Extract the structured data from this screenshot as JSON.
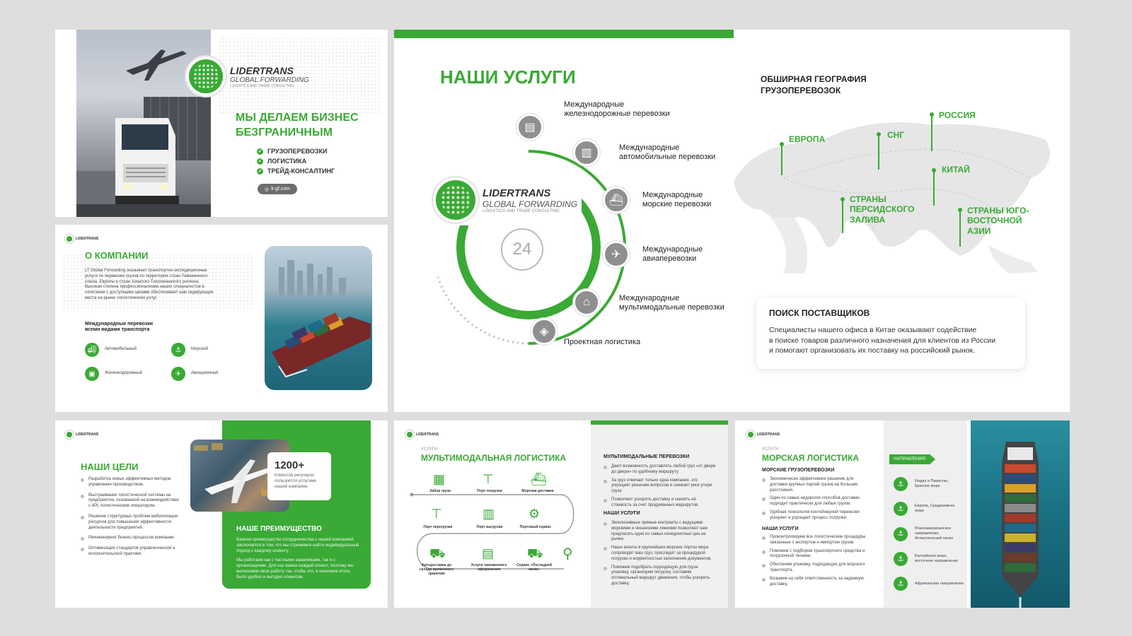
{
  "slide1": {
    "brand": "LIDERTRANS",
    "brand_sub": "GLOBAL FORWARDING",
    "brand_tag": "LOGISTICS AND TRADE CONSULTING",
    "headline_line1": "МЫ ДЕЛАЕМ БИЗНЕС",
    "headline_line2": "БЕЗГРАНИЧНЫМ",
    "bullets": [
      "ГРУЗОПЕРЕВОЗКИ",
      "ЛОГИСТИКА",
      "ТРЕЙД-КОНСАЛТИНГ"
    ],
    "url": "lt-gf.com"
  },
  "slide2": {
    "title": "О КОМПАНИИ",
    "p1": "LT Global Forwarding оказывает транспортно-экспедиционные услуги по перевозке грузов по территории стран Таможенного союза, Европы и стран Азиатско-Тихоокеанского региона.",
    "p2": "Высокая степень профессионализма наших специалистов в сочетании с доступными ценами обеспечивает нам лидирующие места на рынке логистических услуг.",
    "subtitle_line1": "Международные перевозки",
    "subtitle_line2": "всеми видами транспорта",
    "modes": [
      "Автомобильный",
      "Морской",
      "Железнодорожный",
      "Авиационный"
    ]
  },
  "slide3": {
    "title": "НАШИ УСЛУГИ",
    "brand": "LIDERTRANS",
    "brand_sub": "GLOBAL FORWARDING",
    "brand_tag": "LOGISTICS AND TRADE CONSULTING",
    "clock": "24",
    "services": [
      {
        "line1": "Международные",
        "line2": "железнодорожные перевозки"
      },
      {
        "line1": "Международные",
        "line2": "автомобильные перевозки"
      },
      {
        "line1": "Международные",
        "line2": "морские перевозки"
      },
      {
        "line1": "Международные",
        "line2": "авиаперевозки"
      },
      {
        "line1": "Международные",
        "line2": "мультимодальные перевозки"
      },
      {
        "line1": "Проектная логистика",
        "line2": ""
      }
    ],
    "geo_title_line1": "ОБШИРНАЯ ГЕОГРАФИЯ",
    "geo_title_line2": "ГРУЗОПЕРЕВОЗОК",
    "regions": {
      "europe": "ЕВРОПА",
      "cis": "СНГ",
      "russia": "РОССИЯ",
      "china": "КИТАЙ",
      "gulf_l1": "СТРАНЫ",
      "gulf_l2": "ПЕРСИДСКОГО",
      "gulf_l3": "ЗАЛИВА",
      "sea_l1": "СТРАНЫ ЮГО-",
      "sea_l2": "ВОСТОЧНОЙ",
      "sea_l3": "АЗИИ"
    },
    "supplier_title": "ПОИСК ПОСТАВЩИКОВ",
    "supplier_l1": "Специалисты нашего офиса в Китае оказывают содействие",
    "supplier_l2": "в поиске товаров различного назначения для клиентов из России",
    "supplier_l3": "и помогают организовать их поставку на российский рынок."
  },
  "slide4": {
    "title": "НАШИ ЦЕЛИ",
    "goals": [
      "Разработка новых эффективных методов управления производством.",
      "Выстраивание логистической системы на предприятии, основанной на взаимодействии с 4PL логистическим оператором.",
      "Решение структурных проблем мобилизации ресурсов для повышения эффективности деятельности предприятий.",
      "Реинжиниринг бизнес-процессов компании.",
      "Оптимизация стандартов управленческой и исполнительской практики."
    ],
    "stat": "1200+",
    "stat_desc": "Клиентов регулярно пользуются услугами нашей компании",
    "adv_title": "НАШЕ ПРЕИМУЩЕСТВО",
    "adv_p1": "Важное преимущество сотрудничества с нашей компанией заключается в том, что мы стремимся найти индивидуальный подход к каждому клиенту.",
    "adv_p2": "Мы работаем как с частными заказчиками, так и с организациями. Для нас важен каждый клиент, поэтому мы выполняем свою работу так, чтобы это, в конечном итоге, было удобно и выгодно клиентам."
  },
  "slide5": {
    "kicker": "УСЛУГИ",
    "title": "МУЛЬТИМОДАЛЬНАЯ ЛОГИСТИКА",
    "steps": [
      "Забор груза",
      "Порт погрузки",
      "Морская доставка",
      "Порт перегрузки",
      "Порт выгрузки",
      "Портовый сервис",
      "Автодоставка до склада временного хранения",
      "Услуги таможенного оформления",
      "Сервис «Последней мили»"
    ],
    "side_title1": "МУЛЬТИМОДАЛЬНЫЕ ПЕРЕВОЗКИ",
    "side_bullets1": [
      "Дают возможность доставлять любой груз «от двери до двери» по удобному маршруту",
      "За груз отвечает только одна компания, это упрощает решение вопросов и снижает риск утери груза",
      "Позволяют ускорить доставку и снизить её стоимость за счет продуманных маршрутов."
    ],
    "side_title2": "НАШИ УСЛУГИ",
    "side_bullets2": [
      "Эксклюзивные прямые контракты с ведущими морскими и океанскими линиями позволяют нам предлагать одни из самых конкурентных цен на рынке.",
      "Наши агенты в крупнейших морских портах мира сопроводят ваш груз, проследят за процедурой погрузки и корректностью заполнения документов.",
      "Поможем подобрать подходящую для груза упаковку, организуем погрузку, составим оптимальный маршрут движения, чтобы ускорить доставку."
    ]
  },
  "slide6": {
    "kicker": "УСЛУГИ",
    "title": "МОРСКАЯ ЛОГИСТИКА",
    "sub1": "МОРСКИЕ ГРУЗОПЕРЕВОЗКИ",
    "bullets1": [
      "Экономически эффективное решение для доставки крупных партий грузов на большие расстояния.",
      "Один из самых недорогих способов доставки, подходит практически для любых грузов.",
      "Удобная технология контейнерной перевозки ускоряет и упрощает процесс погрузки."
    ],
    "sub2": "НАШИ УСЛУГИ",
    "bullets2": [
      "Проконтролируем все логистические процедуры связанные с экспортом и импортом грузов.",
      "Поможем с подбором транспортного средства и погрузочной техники.",
      "Обеспечим упаковку, подходящую для морского транспорта.",
      "Возьмем на себя ответственность за надежную доставку."
    ],
    "dir_label": "НАПРАВЛЕНИЯ",
    "directions": [
      "Индия и Пакистан, Красное море",
      "Европа, Средиземное море",
      "Южноамериканское направление, Атлантический океан",
      "Балтийское море, восточное направление",
      "Африканское направление"
    ]
  },
  "colors": {
    "accent": "#3aa935",
    "background": "#dedede",
    "icon_grey": "#8f8f8f"
  }
}
